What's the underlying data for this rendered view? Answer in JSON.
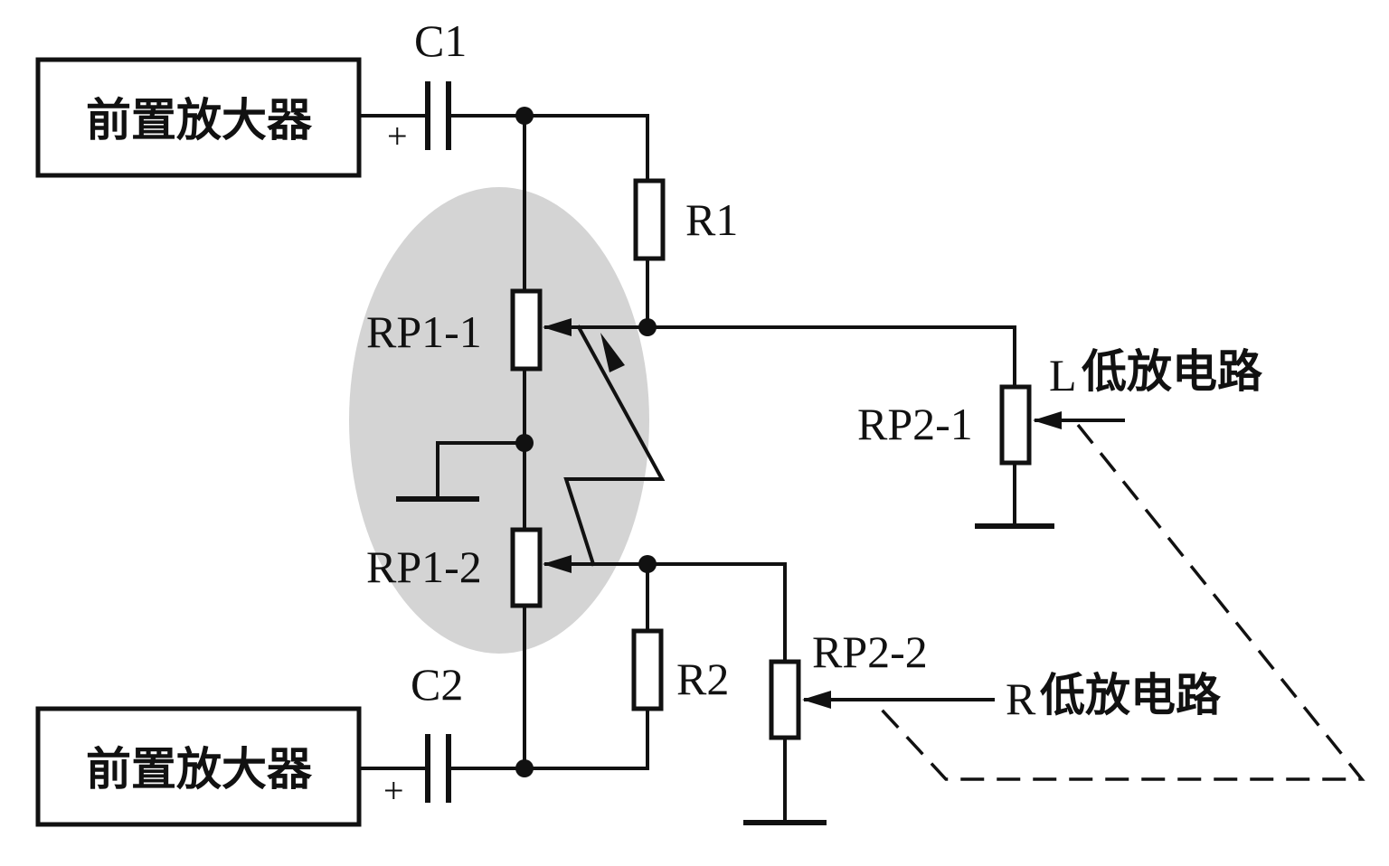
{
  "blocks": {
    "preamp_top": "前置放大器",
    "preamp_bottom": "前置放大器",
    "left_out_prefix": "L",
    "left_out_text": "低放电路",
    "right_out_prefix": "R",
    "right_out_text": "低放电路"
  },
  "components": {
    "c1": "C1",
    "c2": "C2",
    "r1": "R1",
    "r2": "R2",
    "rp1_1": "RP1-1",
    "rp1_2": "RP1-2",
    "rp2_1": "RP2-1",
    "rp2_2": "RP2-2"
  },
  "polarity": {
    "c1_plus": "+",
    "c2_plus": "+"
  },
  "colors": {
    "highlight": "#d4d4d4",
    "ink": "#111111"
  }
}
